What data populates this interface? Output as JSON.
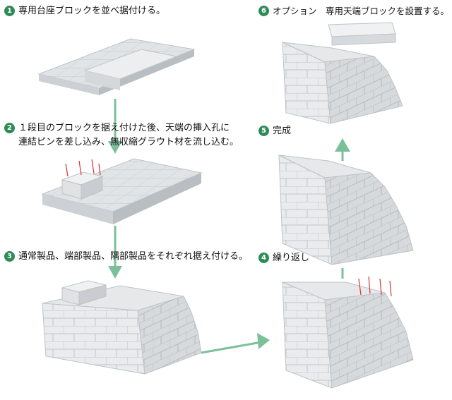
{
  "steps": [
    {
      "num": "1",
      "text": "専用台座ブロックを並べ据付ける。"
    },
    {
      "num": "2",
      "line1": "１段目のブロックを据え付けた後、天端の挿入孔に",
      "line2": "連結ピンを差し込み、無収縮グラウト材を流し込む。"
    },
    {
      "num": "3",
      "text": "通常製品、端部製品、隅部製品をそれぞれ据え付ける。"
    },
    {
      "num": "4",
      "text": "繰り返し"
    },
    {
      "num": "5",
      "text": "完成"
    },
    {
      "num": "6",
      "text": "オプション　専用天端ブロックを設置する。"
    }
  ],
  "colors": {
    "accent": "#2e8b57",
    "arrow": "#7cc09a",
    "pin": "#d33"
  }
}
